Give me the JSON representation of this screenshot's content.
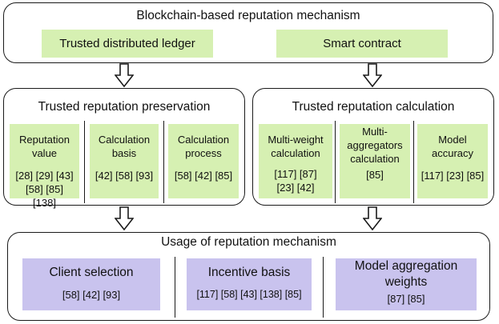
{
  "top": {
    "title": "Blockchain-based reputation mechanism",
    "items": [
      "Trusted distributed ledger",
      "Smart contract"
    ]
  },
  "preservation": {
    "title": "Trusted reputation preservation",
    "cells": [
      {
        "name": "Reputation value",
        "refs": "[28]  [29]  [43] [58] [85] [138]"
      },
      {
        "name": "Calculation basis",
        "refs": "[42] [58] [93]"
      },
      {
        "name": "Calculation process",
        "refs": "[58] [42] [85]"
      }
    ]
  },
  "calculation": {
    "title": "Trusted reputation calculation",
    "cells": [
      {
        "name": "Multi-weight calculation",
        "refs": "[117]  [87] [23]  [42]"
      },
      {
        "name": "Multi-aggregators calculation",
        "refs": "[85]"
      },
      {
        "name": "Model accuracy",
        "refs": "[117] [23] [85]"
      }
    ]
  },
  "usage": {
    "title": "Usage of reputation mechanism",
    "cells": [
      {
        "name": "Client selection",
        "refs": "[58] [42] [93]"
      },
      {
        "name": "Incentive basis",
        "refs": "[117] [58] [43] [138] [85]"
      },
      {
        "name": "Model aggregation weights",
        "refs": "[87] [85]"
      }
    ]
  }
}
